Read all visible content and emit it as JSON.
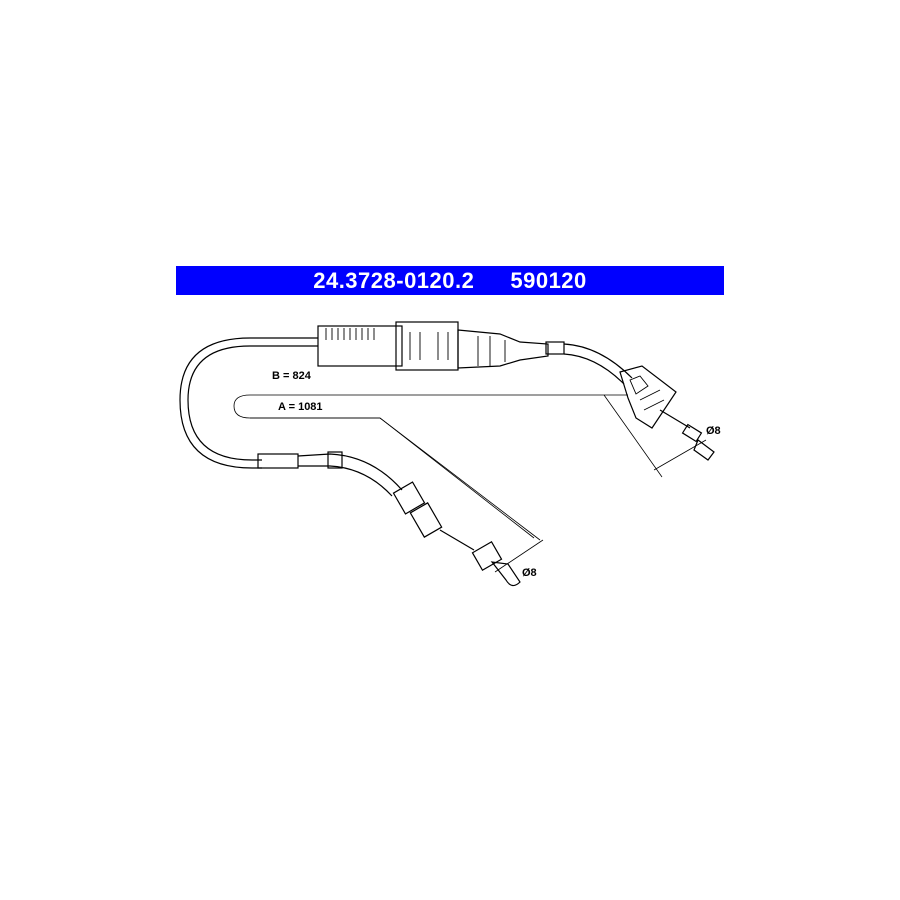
{
  "header": {
    "part_number": "24.3728-0120.2",
    "ref_number": "590120"
  },
  "dimensions": {
    "b_label": "B = 824",
    "a_label": "A = 1081",
    "diameter_right": "Ø8",
    "diameter_bottom": "Ø8"
  },
  "colors": {
    "banner": "#0000ff",
    "banner_text": "#ffffff",
    "line": "#000000"
  }
}
